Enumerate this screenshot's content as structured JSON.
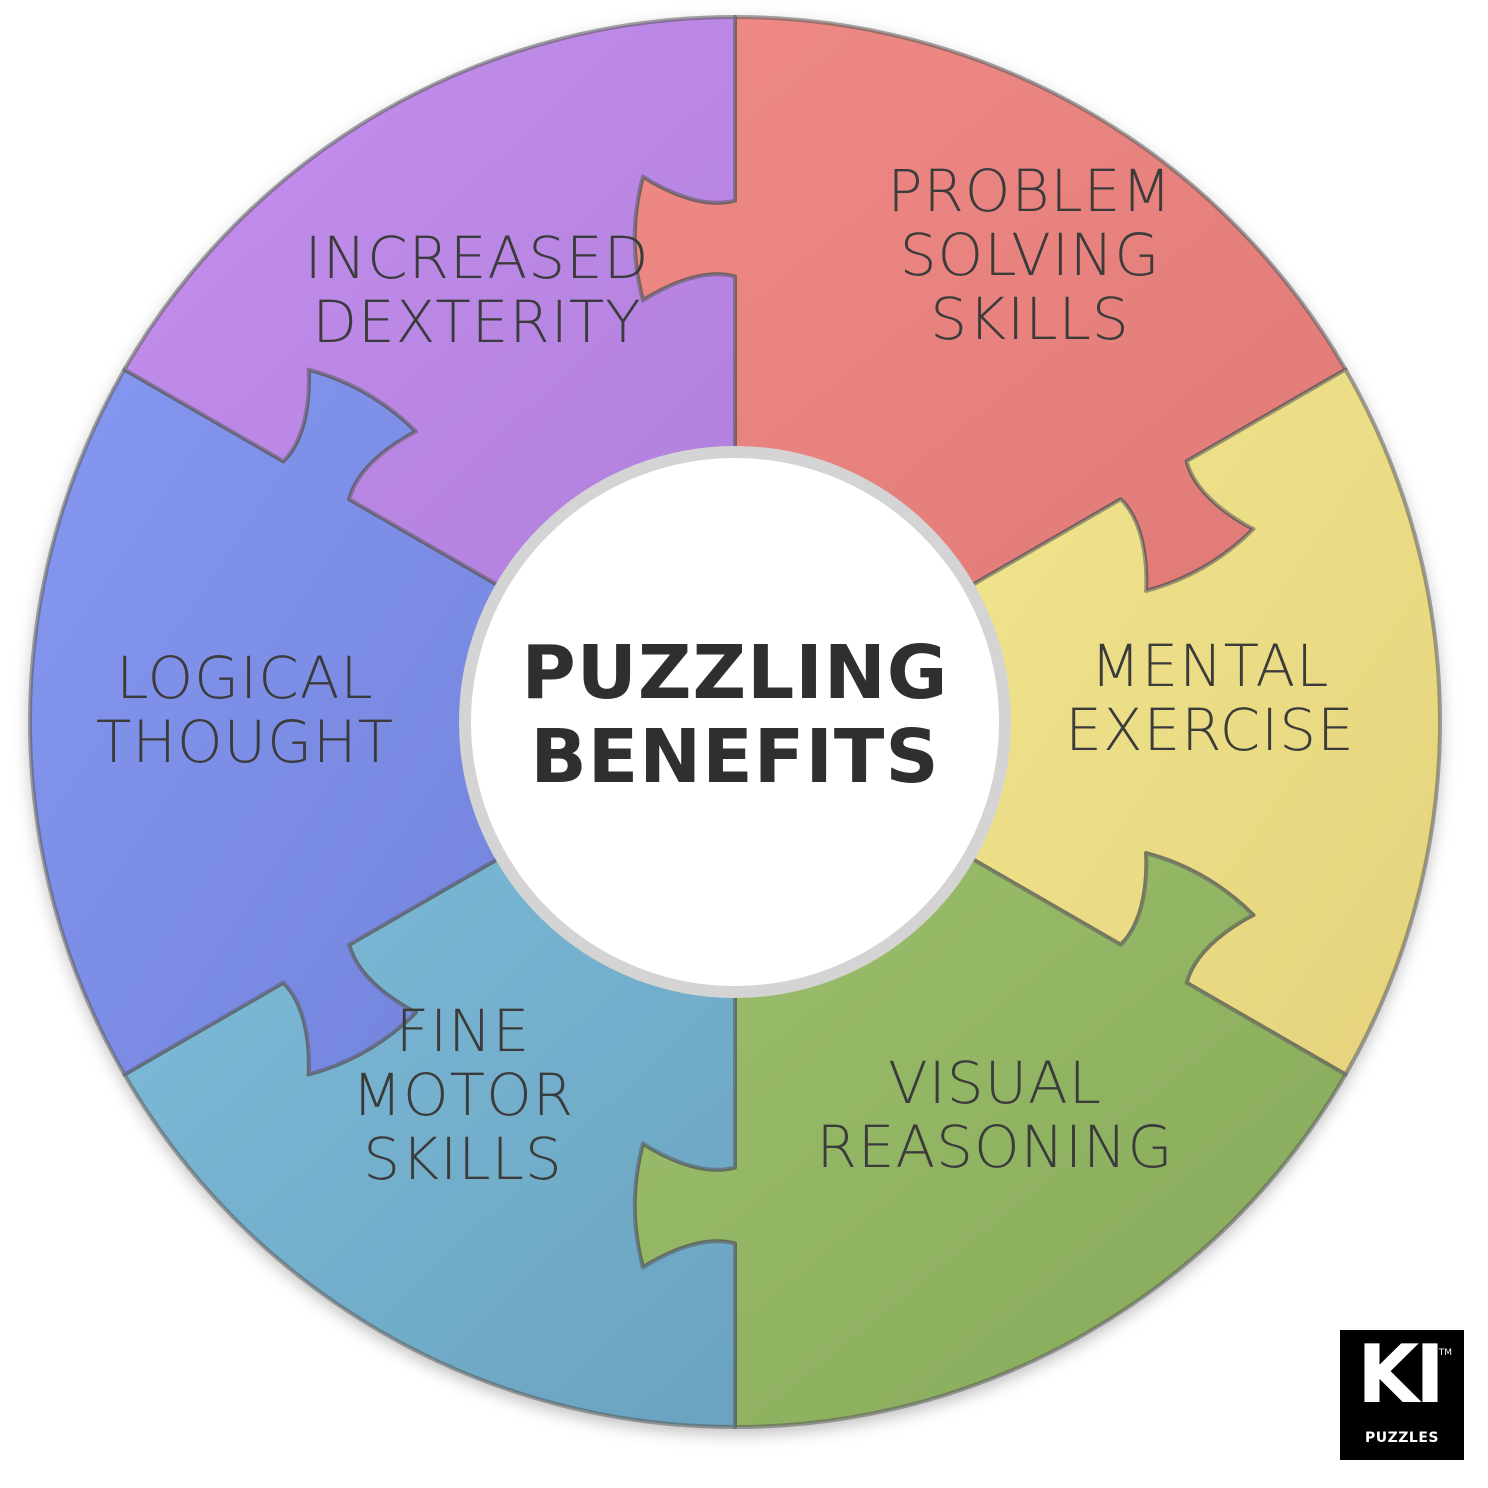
{
  "center": {
    "line1": "PUZZLING",
    "line2": "BENEFITS"
  },
  "pieces": [
    {
      "id": "problem-solving",
      "lines": [
        "PROBLEM",
        "SOLVING",
        "SKILLS"
      ],
      "color": "#ef8a86",
      "color2": "#e07a76"
    },
    {
      "id": "mental-exercise",
      "lines": [
        "MENTAL",
        "EXERCISE"
      ],
      "color": "#f1e58e",
      "color2": "#e4d37c"
    },
    {
      "id": "visual-reasoning",
      "lines": [
        "VISUAL",
        "REASONING"
      ],
      "color": "#9cbf6c",
      "color2": "#86a95a"
    },
    {
      "id": "fine-motor",
      "lines": [
        "FINE",
        "MOTOR",
        "SKILLS"
      ],
      "color": "#7dbcd9",
      "color2": "#6aa3c0"
    },
    {
      "id": "logical-thought",
      "lines": [
        "LOGICAL",
        "THOUGHT"
      ],
      "color": "#8597f0",
      "color2": "#7484dc"
    },
    {
      "id": "increased-dexterity",
      "lines": [
        "INCREASED",
        "DEXTERITY"
      ],
      "color": "#c690ef",
      "color2": "#b07fdc"
    }
  ],
  "logo": {
    "mark": "KI",
    "trademark": "TM",
    "subtitle": "PUZZLES"
  }
}
